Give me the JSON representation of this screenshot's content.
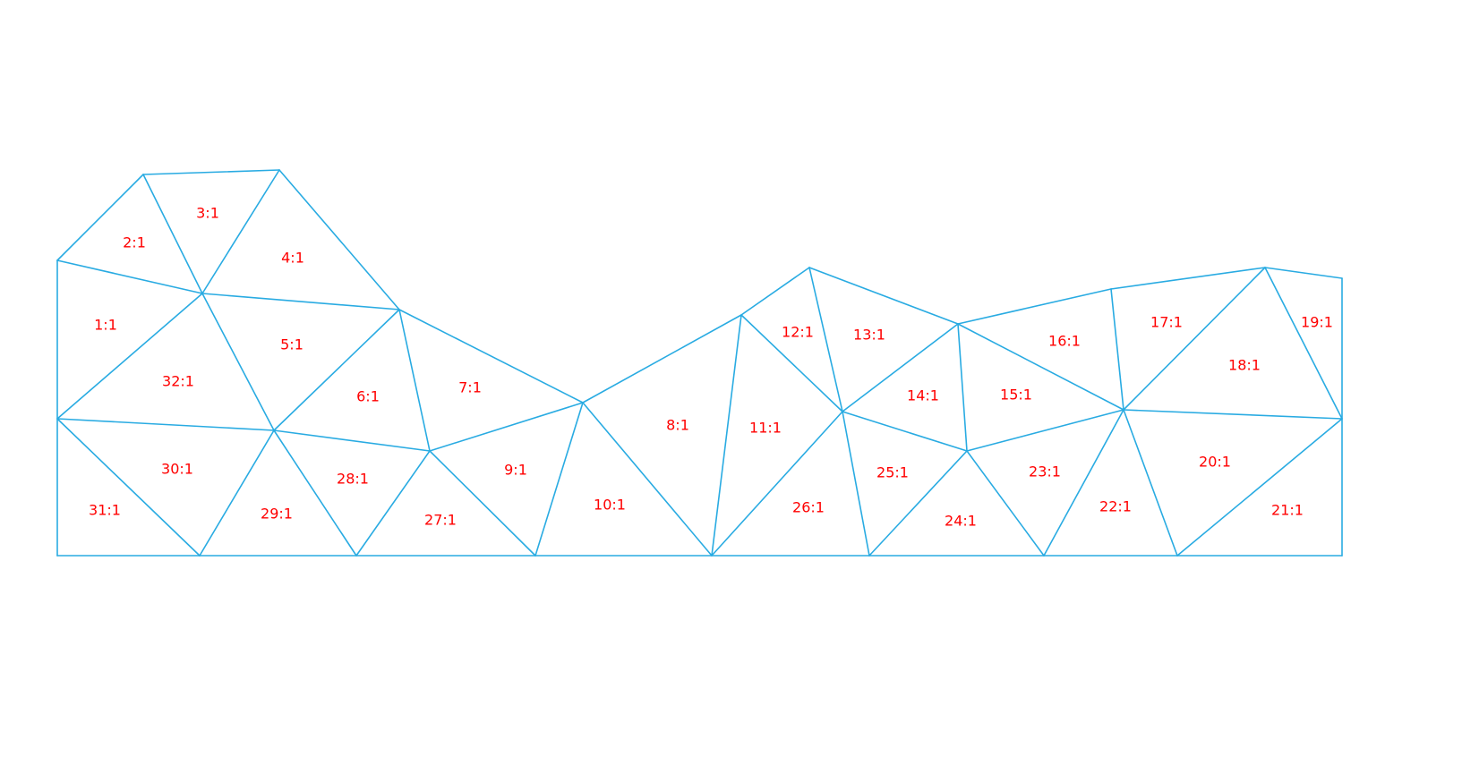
{
  "colors": {
    "edge": "#29abe2",
    "label": "#ff0000",
    "background": "#ffffff"
  },
  "mesh": {
    "triangles": [
      {
        "label": "1:1"
      },
      {
        "label": "2:1"
      },
      {
        "label": "3:1"
      },
      {
        "label": "4:1"
      },
      {
        "label": "5:1"
      },
      {
        "label": "6:1"
      },
      {
        "label": "7:1"
      },
      {
        "label": "8:1"
      },
      {
        "label": "9:1"
      },
      {
        "label": "10:1"
      },
      {
        "label": "11:1"
      },
      {
        "label": "12:1"
      },
      {
        "label": "13:1"
      },
      {
        "label": "14:1"
      },
      {
        "label": "15:1"
      },
      {
        "label": "16:1"
      },
      {
        "label": "17:1"
      },
      {
        "label": "18:1"
      },
      {
        "label": "19:1"
      },
      {
        "label": "20:1"
      },
      {
        "label": "21:1"
      },
      {
        "label": "22:1"
      },
      {
        "label": "23:1"
      },
      {
        "label": "24:1"
      },
      {
        "label": "25:1"
      },
      {
        "label": "26:1"
      },
      {
        "label": "27:1"
      },
      {
        "label": "28:1"
      },
      {
        "label": "29:1"
      },
      {
        "label": "30:1"
      },
      {
        "label": "31:1"
      },
      {
        "label": "32:1"
      }
    ]
  }
}
